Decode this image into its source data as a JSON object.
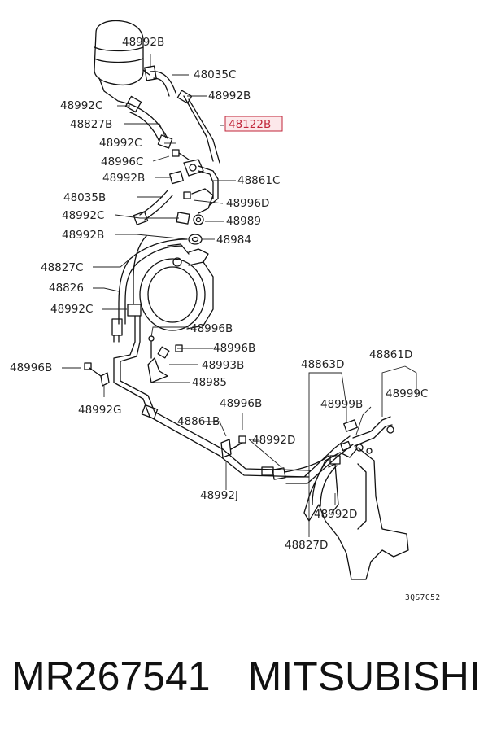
{
  "diagram": {
    "labels": {
      "p48992B_1": "48992B",
      "p48035C": "48035C",
      "p48992B_2": "48992B",
      "p48992C_1": "48992C",
      "p48827B": "48827B",
      "p48122B": "48122B",
      "p48992C_2": "48992C",
      "p48996C": "48996C",
      "p48992B_3": "48992B",
      "p48861C": "48861C",
      "p48035B": "48035B",
      "p48996D": "48996D",
      "p48992C_3": "48992C",
      "p48989": "48989",
      "p48992B_4": "48992B",
      "p48984": "48984",
      "p48827C": "48827C",
      "p48826": "48826",
      "p48992C_4": "48992C",
      "p48996B_1": "48996B",
      "p48996B_2": "48996B",
      "p48993B": "48993B",
      "p48996B_3": "48996B",
      "p48985": "48985",
      "p48992G": "48992G",
      "p48863D": "48863D",
      "p48861D": "48861D",
      "p48999B": "48999B",
      "p48999C": "48999C",
      "p48996B_4": "48996B",
      "p48861B": "48861B",
      "p48992D_1": "48992D",
      "p48992J": "48992J",
      "p48992D_2": "48992D",
      "p48827D": "48827D"
    },
    "drawing_code": "3QS7C52",
    "highlight_color": "#c0263a"
  },
  "caption": {
    "part_number": "MR267541",
    "brand": "MITSUBISHI"
  }
}
